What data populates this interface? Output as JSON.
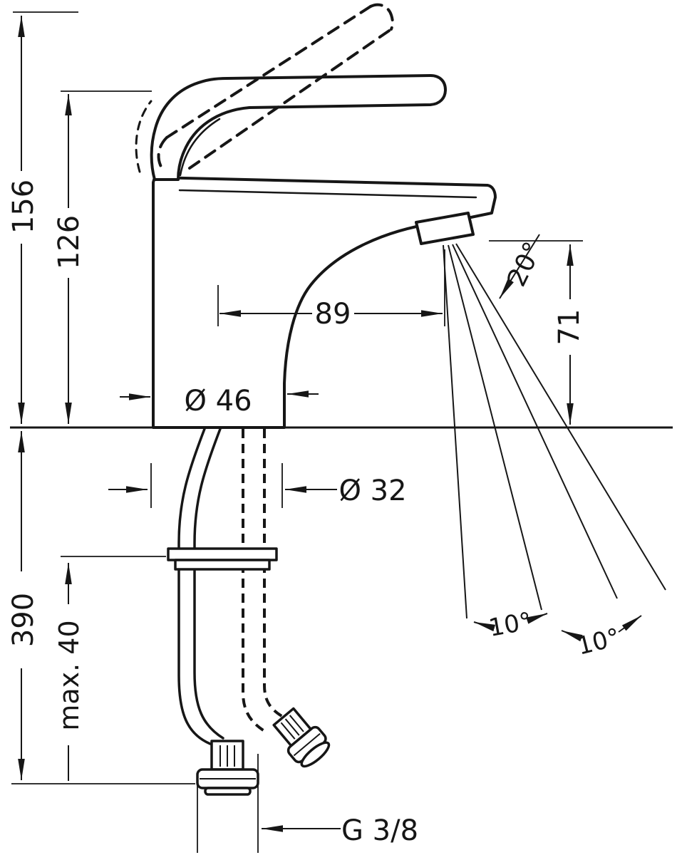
{
  "page": {
    "background": "#ffffff"
  },
  "drawing": {
    "subject": "single-lever basin mixer faucet, dimensioned side elevation with below-deck installation",
    "line_color": "#161616",
    "labels": {
      "total_height": "156",
      "lever_height": "126",
      "spout_reach": "89",
      "jet_angle": "20°",
      "spout_outlet_height": "71",
      "body_diameter": "Ø 46",
      "tap_hole_diameter": "Ø 32",
      "hose_length": "390",
      "max_counter_thickness": "max. 40",
      "jet_spread_left": "10°",
      "jet_spread_right": "10°",
      "connection_thread": "G 3/8"
    }
  }
}
